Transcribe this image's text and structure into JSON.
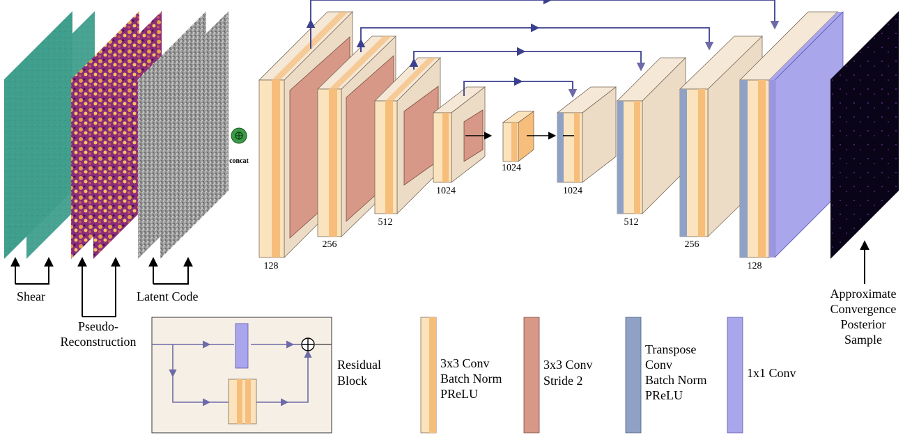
{
  "inputs": {
    "shear_label": "Shear",
    "pseudo_label_line1": "Pseudo-",
    "pseudo_label_line2": "Reconstruction",
    "latent_label": "Latent Code",
    "concat_label": "concat"
  },
  "encoder": {
    "sizes": [
      "128",
      "256",
      "512",
      "1024"
    ]
  },
  "bottleneck": {
    "size": "1024"
  },
  "decoder": {
    "sizes": [
      "1024",
      "512",
      "256",
      "128"
    ]
  },
  "output": {
    "label_lines": [
      "Approximate",
      "Convergence",
      "Posterior",
      "Sample"
    ]
  },
  "legend": {
    "residual_line1": "Residual",
    "residual_line2": "Block",
    "conv3": [
      "3x3 Conv",
      "Batch Norm",
      "PReLU"
    ],
    "stride": [
      "3x3 Conv",
      "Stride 2"
    ],
    "transpose": [
      "Transpose",
      "Conv",
      "Batch Norm",
      "PReLU"
    ],
    "conv1": "1x1 Conv"
  },
  "colors": {
    "conv_light": "#fbe3bd",
    "conv_orange": "#f6be7a",
    "block_bg": "#ecdcc6",
    "stride": "#d79887",
    "transpose": "#8fa2c6",
    "conv1": "#a9a6ec",
    "arrow": "#3b3f8e",
    "teal": "#3f9e8c",
    "gray": "#9a9a9a",
    "magma": "#8a2c7a"
  }
}
